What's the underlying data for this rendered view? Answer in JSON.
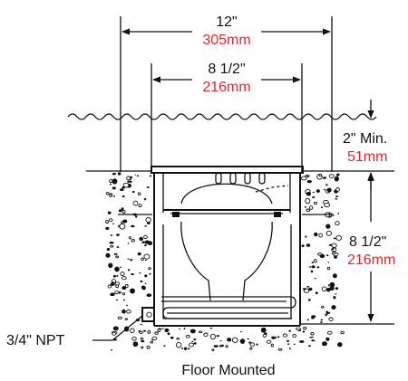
{
  "dimensions": {
    "overall_width": {
      "imperial": "12\"",
      "metric": "305mm"
    },
    "inner_width": {
      "imperial": "8 1/2\"",
      "metric": "216mm"
    },
    "slab_min": {
      "imperial": "2\" Min.",
      "metric": "51mm"
    },
    "body_depth": {
      "imperial": "8 1/2\"",
      "metric": "216mm"
    }
  },
  "callouts": {
    "outlet": "3/4\" NPT"
  },
  "caption": "Floor Mounted",
  "colors": {
    "metric_text": "#e4262c",
    "line": "#111111",
    "background": "#ffffff"
  }
}
